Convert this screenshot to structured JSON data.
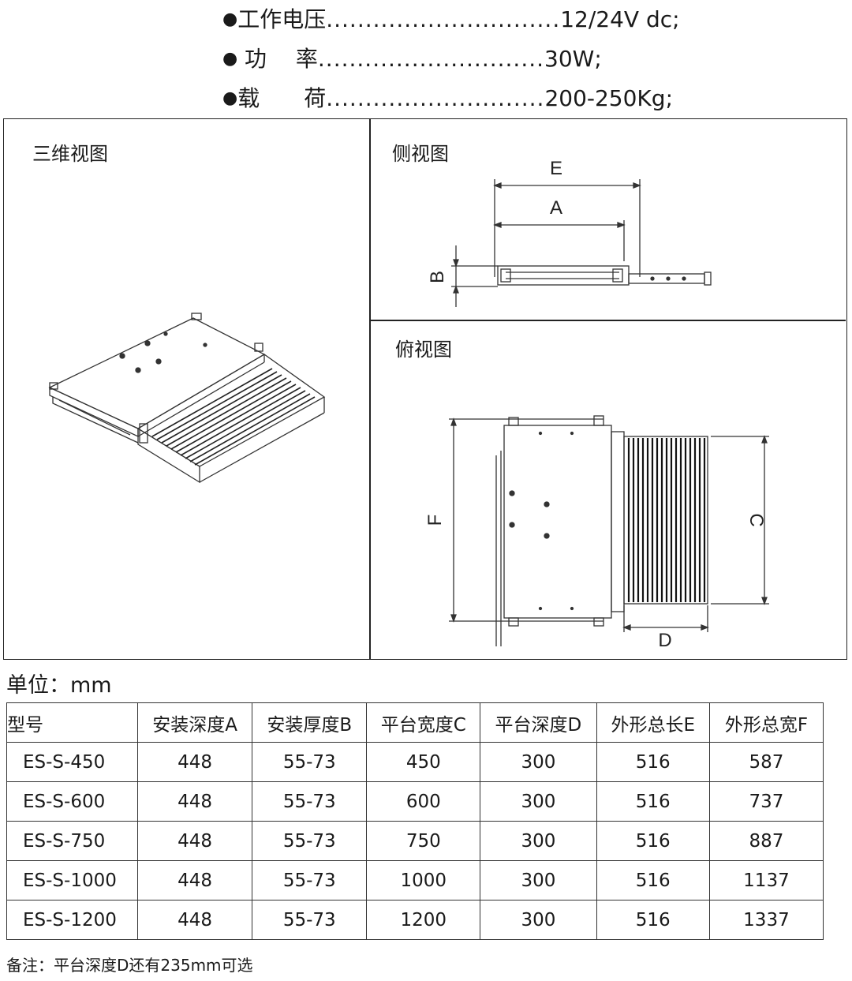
{
  "specs": [
    {
      "label": "工作电压",
      "leader": "..............................",
      "value": "12/24V dc;"
    },
    {
      "label": "功　 率",
      "leader": ".............................",
      "value": "30W;"
    },
    {
      "label": "载　　荷",
      "leader": "............................",
      "value": "200-250Kg;"
    }
  ],
  "drawings": {
    "iso_title": "三维视图",
    "side_title": "侧视图",
    "top_title": "俯视图",
    "dim_labels": {
      "e": "E",
      "a": "A",
      "b": "B",
      "f": "F",
      "c": "C",
      "d": "D"
    }
  },
  "unit_label": "单位：mm",
  "table": {
    "headers": [
      "型号",
      "安装深度A",
      "安装厚度B",
      "平台宽度C",
      "平台深度D",
      "外形总长E",
      "外形总宽F"
    ],
    "rows": [
      [
        "ES-S-450",
        "448",
        "55-73",
        "450",
        "300",
        "516",
        "587"
      ],
      [
        "ES-S-600",
        "448",
        "55-73",
        "600",
        "300",
        "516",
        "737"
      ],
      [
        "ES-S-750",
        "448",
        "55-73",
        "750",
        "300",
        "516",
        "887"
      ],
      [
        "ES-S-1000",
        "448",
        "55-73",
        "1000",
        "300",
        "516",
        "1137"
      ],
      [
        "ES-S-1200",
        "448",
        "55-73",
        "1200",
        "300",
        "516",
        "1337"
      ]
    ]
  },
  "note": "备注：平台深度D还有235mm可选"
}
